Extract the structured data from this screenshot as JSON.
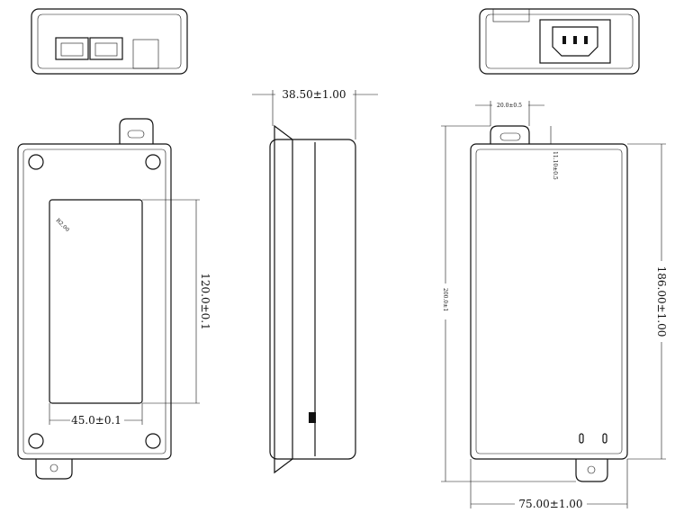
{
  "title": "Power adapter mechanical drawing",
  "dimensions": {
    "depth": "38.50±1.00",
    "window_height": "120.0±0.1",
    "window_width": "45.0±0.1",
    "corner_radius": "R2.00",
    "tab_width": "20.0±0.5",
    "tab_height": "11.10±0.5",
    "overall_length": "200.0±1",
    "body_length": "186.00±1.00",
    "body_width": "75.00±1.00"
  },
  "colors": {
    "line": "#111111",
    "background": "#ffffff"
  }
}
